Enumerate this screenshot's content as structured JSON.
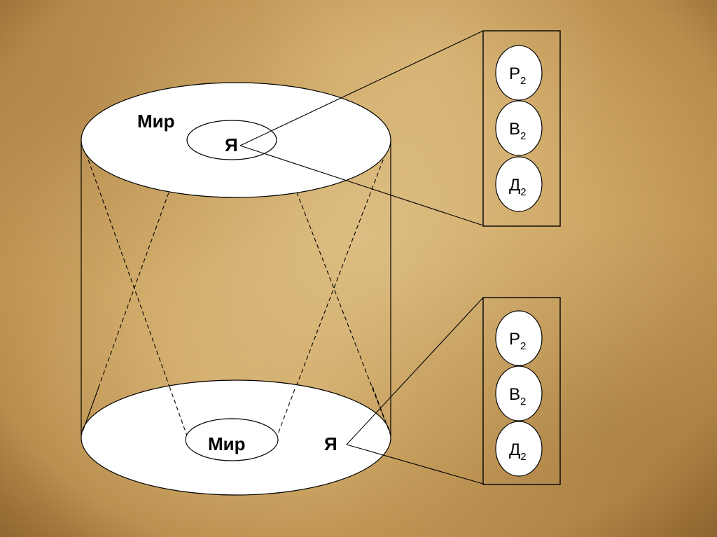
{
  "diagram": {
    "top_ellipse": {
      "outer_label": "Мир",
      "inner_label": "Я"
    },
    "bottom_ellipse": {
      "inner_label": "Мир",
      "outer_label": "Я"
    },
    "upper_box": {
      "items": [
        {
          "letter": "Р",
          "sub": "2"
        },
        {
          "letter": "В",
          "sub": "2"
        },
        {
          "letter": "Д",
          "sub": "2"
        }
      ]
    },
    "lower_box": {
      "items": [
        {
          "letter": "Р",
          "sub": "2"
        },
        {
          "letter": "В",
          "sub": "2"
        },
        {
          "letter": "Д",
          "sub": "2"
        }
      ]
    }
  }
}
